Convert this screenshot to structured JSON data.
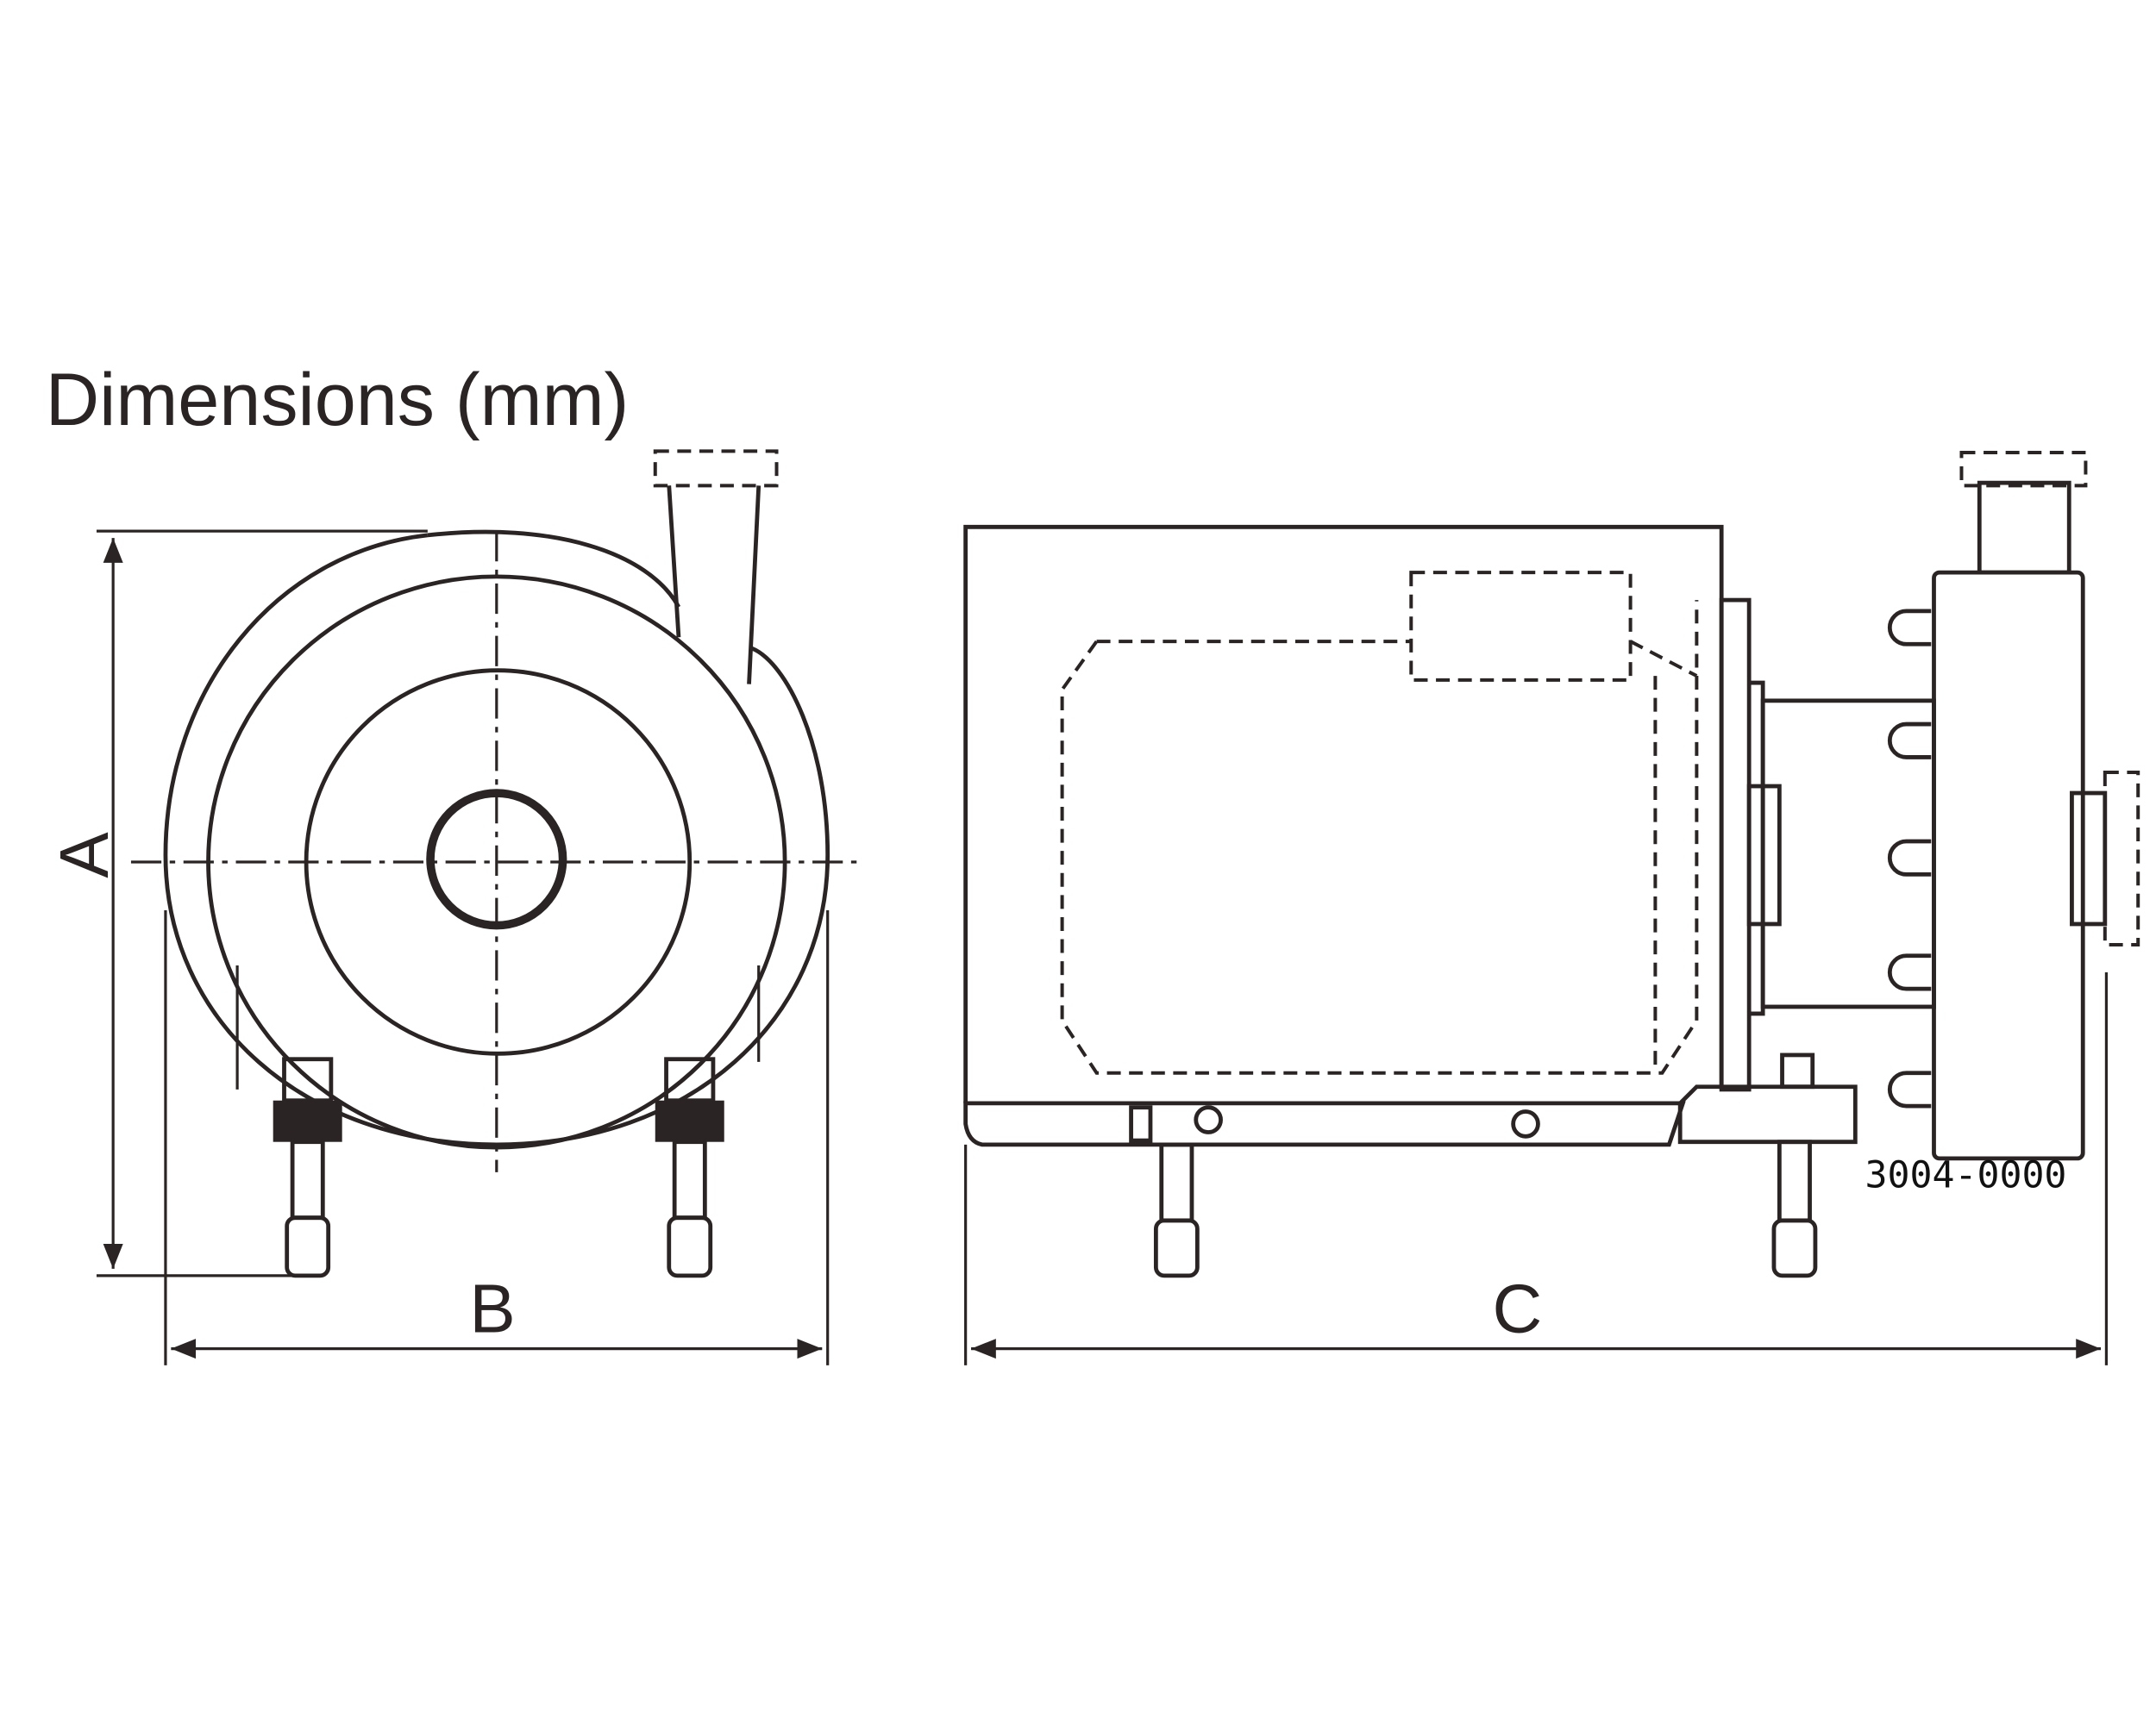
{
  "title": "Dimensions (mm)",
  "dimensions": {
    "a_label": "A",
    "b_label": "B",
    "c_label": "C"
  },
  "part_number": "3004-0000"
}
